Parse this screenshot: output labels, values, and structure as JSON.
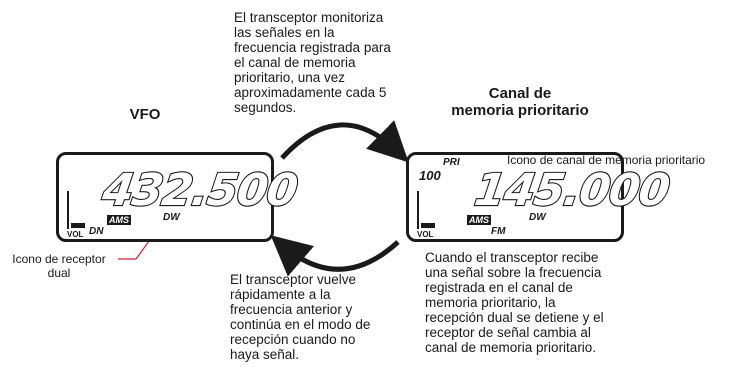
{
  "top_text": "El transceptor monitoriza\nlas señales en la\nfrecuencia registrada para\nel canal de memoria\nprioritario, una vez\naproximadamente cada 5\nsegundos.",
  "bottom_left_text": "El transceptor vuelve\nrápidamente a la\nfrecuencia anterior y\ncontinúa en el modo de\nrecepción cuando no\nhaya señal.",
  "bottom_right_text": "Cuando el transceptor recibe\nuna señal sobre la frecuencia\nregistrada en el canal de\nmemoria prioritario, la\nrecepción dual se detiene y el\nreceptor de señal cambia al\ncanal de memoria prioritario.",
  "vfo": {
    "title": "VFO",
    "frequency": "432.500",
    "ams": "AMS",
    "dw": "DW",
    "dn": "DN",
    "vol": "VOL"
  },
  "priority": {
    "title": "Canal de\nmemoria prioritario",
    "channel": "100",
    "pri": "PRI",
    "frequency": "145.000",
    "ams": "AMS",
    "dw": "DW",
    "fm": "FM",
    "vol": "VOL"
  },
  "callouts": {
    "priority_icon": "Icono de canal de memoria prioritario",
    "dual_receiver": "Icono de receptor\ndual"
  },
  "colors": {
    "ink": "#1a1a1a",
    "background": "#ffffff"
  }
}
